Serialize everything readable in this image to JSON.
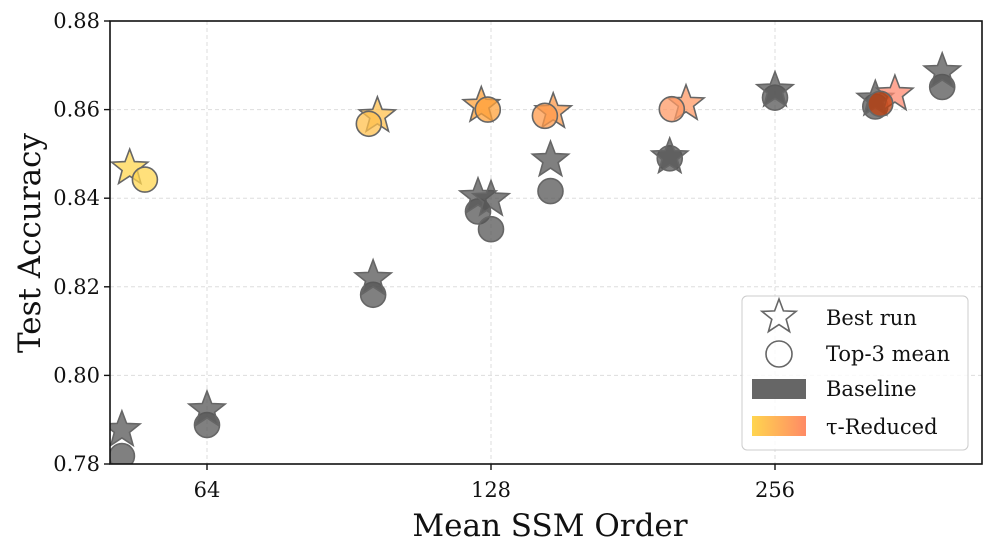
{
  "chart_data": {
    "type": "scatter",
    "title": "",
    "xlabel": "Mean SSM Order",
    "ylabel": "Test Accuracy",
    "x_scale": "log2",
    "xlim": [
      46,
      460
    ],
    "ylim": [
      0.78,
      0.88
    ],
    "x_ticks": [
      64,
      128,
      256
    ],
    "x_tick_labels": [
      "64",
      "128",
      "256"
    ],
    "y_ticks": [
      0.78,
      0.8,
      0.82,
      0.84,
      0.86,
      0.88
    ],
    "y_tick_labels": [
      "0.78",
      "0.80",
      "0.82",
      "0.84",
      "0.86",
      "0.88"
    ],
    "grid": true,
    "legend_position": "lower right",
    "legend": [
      {
        "label": "Best run",
        "marker": "star-outline"
      },
      {
        "label": "Top-3 mean",
        "marker": "circle-outline"
      },
      {
        "label": "Baseline",
        "swatch": "gray"
      },
      {
        "label": "τ-Reduced",
        "swatch": "yellow-to-salmon gradient"
      }
    ],
    "series": [
      {
        "name": "Baseline",
        "color": "#555555",
        "points": [
          {
            "order": 52,
            "best_run": 0.7877,
            "top3_mean": 0.7818
          },
          {
            "order": 64,
            "best_run": 0.7922,
            "top3_mean": 0.7888
          },
          {
            "order": 96,
            "best_run": 0.8218,
            "top3_mean": 0.8182
          },
          {
            "order": 124,
            "best_run": 0.8403,
            "top3_mean": 0.837
          },
          {
            "order": 128,
            "best_run": 0.8397,
            "top3_mean": 0.833
          },
          {
            "order": 148,
            "best_run": 0.8486,
            "top3_mean": 0.8416
          },
          {
            "order": 198,
            "best_run": 0.8493,
            "top3_mean": 0.849
          },
          {
            "order": 256,
            "best_run": 0.8643,
            "top3_mean": 0.8627
          },
          {
            "order": 327,
            "best_run": 0.8623,
            "top3_mean": 0.8607
          },
          {
            "order": 385,
            "best_run": 0.8685,
            "top3_mean": 0.8651
          }
        ]
      },
      {
        "name": "τ-Reduced",
        "color_range": [
          "#ffd54f",
          "#ff8a65"
        ],
        "points": [
          {
            "best_order": 53,
            "best_run": 0.8468,
            "mean_order": 55,
            "top3_mean": 0.8442,
            "color": "#ffd54f"
          },
          {
            "best_order": 97,
            "best_run": 0.8586,
            "mean_order": 95,
            "top3_mean": 0.8568,
            "color": "#ffc04d"
          },
          {
            "best_order": 125,
            "best_run": 0.8609,
            "mean_order": 127,
            "top3_mean": 0.86,
            "color": "#ffa23a"
          },
          {
            "best_order": 149,
            "best_run": 0.8595,
            "mean_order": 146,
            "top3_mean": 0.8586,
            "color": "#ff9a4a"
          },
          {
            "best_order": 206,
            "best_run": 0.8613,
            "mean_order": 199,
            "top3_mean": 0.8601,
            "color": "#ff9a66"
          },
          {
            "best_order": 343,
            "best_run": 0.8635,
            "mean_order": 331,
            "top3_mean": 0.8613,
            "color": "#ff8a70",
            "circle_color": "#c2400e"
          }
        ]
      }
    ]
  }
}
